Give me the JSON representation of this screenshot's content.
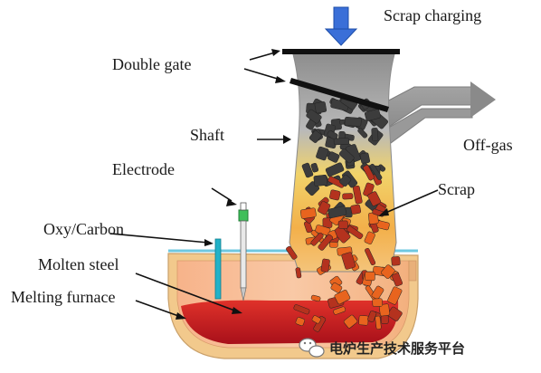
{
  "labels": {
    "scrap_charging": "Scrap charging",
    "double_gate": "Double gate",
    "shaft": "Shaft",
    "off_gas": "Off-gas",
    "electrode": "Electrode",
    "scrap": "Scrap",
    "oxy_carbon": "Oxy/Carbon",
    "molten_steel": "Molten steel",
    "melting_furnace": "Melting furnace"
  },
  "watermark": {
    "text": "电炉生产技术服务平台"
  },
  "colors": {
    "charging_arrow": "#3a6fd8",
    "shaft_gray": "#9a9a9a",
    "furnace_shell": "#f3c98a",
    "furnace_inner": "#f6b98d",
    "molten_steel": "#c81e1e",
    "scrap_dark": "#3c3c3c",
    "scrap_red": "#b4321e",
    "scrap_orange": "#e8641e",
    "roof_line": "#6ec8e0",
    "electrode_tip": "#3fbf5a",
    "oxy_lance": "#22b2c8"
  }
}
